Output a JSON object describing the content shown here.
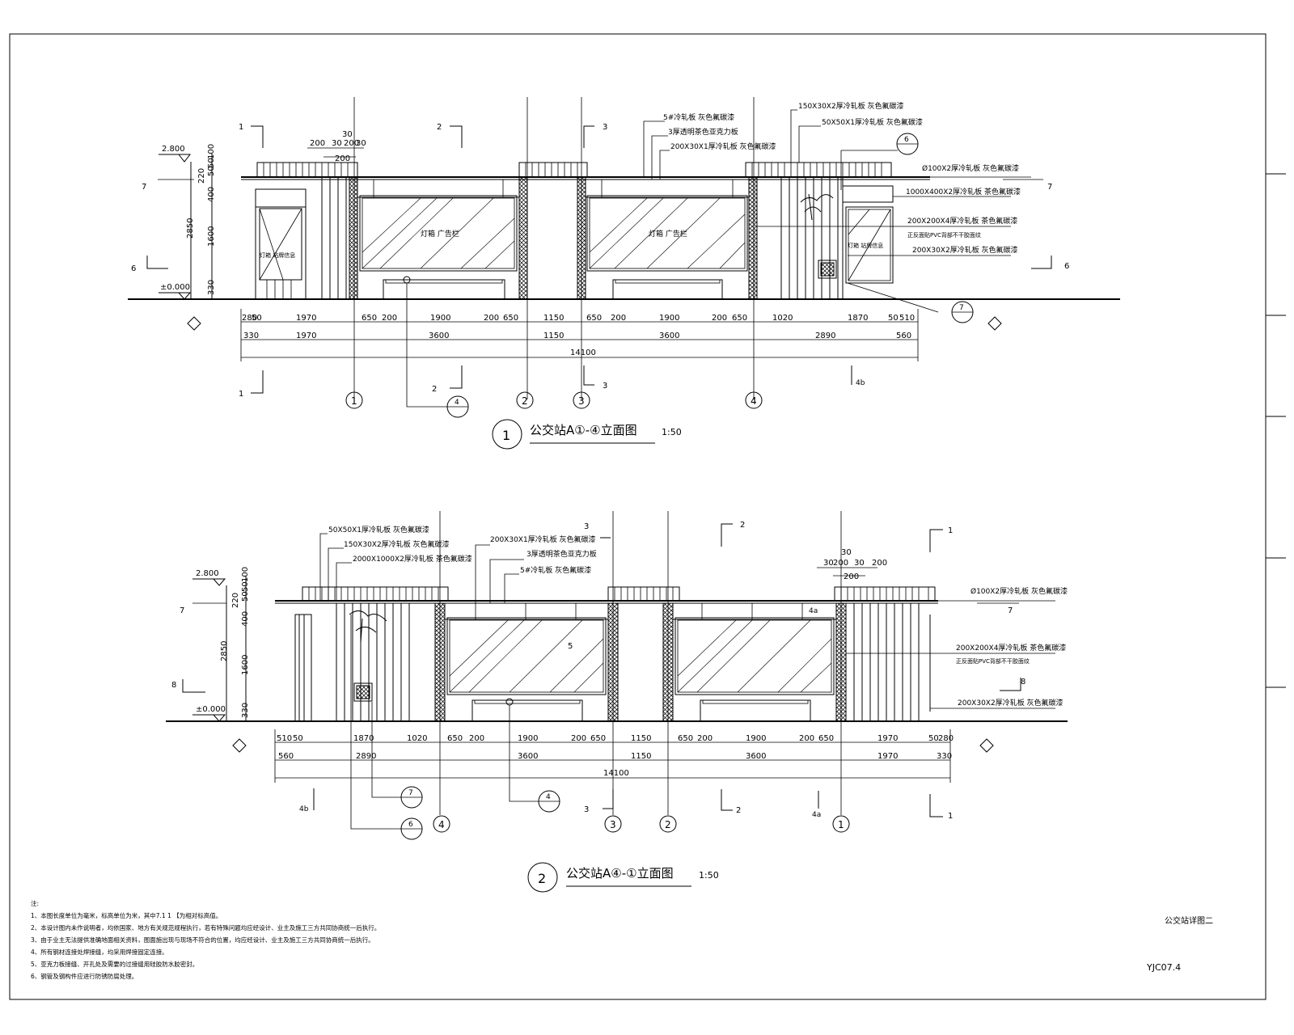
{
  "common": {
    "level_top": "2.800",
    "level_ground": "±0.000",
    "height_dims": [
      "100",
      "50",
      "220",
      "50",
      "400",
      "1600",
      "330",
      "2850"
    ],
    "overall_length": "14100"
  },
  "elevation1": {
    "number": "1",
    "title": "公交站A①-④立面图",
    "scale": "1:50",
    "panel_label": "灯箱 广告栏",
    "side_panel_label": "灯箱 站牌信息",
    "column_labels": [
      "1",
      "2",
      "3",
      "4"
    ],
    "dims_row1": [
      "280",
      "50",
      "1970",
      "650",
      "200",
      "1900",
      "200",
      "650",
      "1150",
      "650",
      "200",
      "1900",
      "200",
      "650",
      "1020",
      "1870",
      "50",
      "510"
    ],
    "dims_row2": [
      "330",
      "1970",
      "3600",
      "1150",
      "3600",
      "2890",
      "560"
    ],
    "top_dims": [
      "200",
      "30",
      "200",
      "30",
      "30",
      "200"
    ],
    "callouts": [
      "5#冷轧板 灰色氟碳漆",
      "3厚透明茶色亚克力板",
      "200X30X1厚冷轧板 灰色氟碳漆",
      "150X30X2厚冷轧板 灰色氟碳漆",
      "50X50X1厚冷轧板 灰色氟碳漆",
      "Ø100X2厚冷轧板 灰色氟碳漆",
      "1000X400X2厚冷轧板 茶色氟碳漆",
      "200X200X4厚冷轧板 茶色氟碳漆",
      "正反面贴PVC背部不干胶面纹",
      "200X30X2厚冷轧板 灰色氟碳漆"
    ]
  },
  "elevation2": {
    "number": "2",
    "title": "公交站A④-①立面图",
    "scale": "1:50",
    "column_labels": [
      "4",
      "3",
      "2",
      "1"
    ],
    "dims_row1": [
      "510",
      "50",
      "1870",
      "1020",
      "650",
      "200",
      "1900",
      "200",
      "650",
      "1150",
      "650",
      "200",
      "1900",
      "200",
      "650",
      "1970",
      "50",
      "280"
    ],
    "dims_row2": [
      "560",
      "2890",
      "3600",
      "1150",
      "3600",
      "1970",
      "330"
    ],
    "top_dims": [
      "30",
      "30",
      "200",
      "30",
      "200",
      "200"
    ],
    "callouts": [
      "50X50X1厚冷轧板 灰色氟碳漆",
      "150X30X2厚冷轧板 灰色氟碳漆",
      "2000X1000X2厚冷轧板 茶色氟碳漆",
      "200X30X1厚冷轧板 灰色氟碳漆",
      "3厚透明茶色亚克力板",
      "5#冷轧板 灰色氟碳漆",
      "Ø100X2厚冷轧板 灰色氟碳漆",
      "200X200X4厚冷轧板 茶色氟碳漆",
      "正反面贴PVC背部不干胶面纹",
      "200X30X2厚冷轧板 灰色氟碳漆"
    ]
  },
  "notes": {
    "heading": "注:",
    "items": [
      "1、本图长度单位为毫米，标高单位为米，其中7.1 1 【为相对标高值。",
      "2、本设计图内未作说明者，均依国家、地方有关规范规程执行，若有特殊问题均应经设计、业主及施工三方共同协商统一后执行。",
      "3、由于业主无法提供准确地面相关资料，图面施出现与现场不符合的位置，均应经设计、业主及施工三方共同协商统一后执行。",
      "4、所有钢材连接处焊接缝，均采用焊接固定连接。",
      "5、亚克力板接缝、开孔处及需要的过接缝用硅胶防水胶密封。",
      "6、钢管及钢构件应进行防锈防腐处理。"
    ]
  },
  "sheet": {
    "title": "公交站详图二",
    "code": "YJC07.4"
  }
}
